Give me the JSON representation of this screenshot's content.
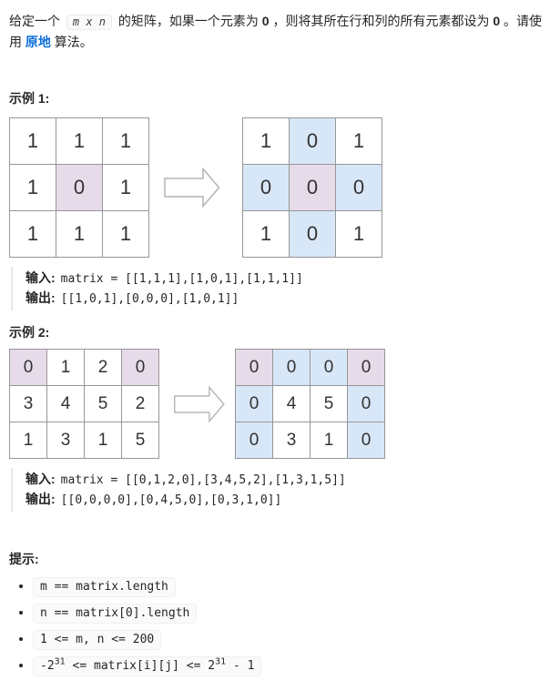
{
  "colors": {
    "purple": "#e6dbe9",
    "blue": "#d8e7f8",
    "link": "#0d6fdd",
    "grid": "#969696",
    "arrow": "#b3b3b3"
  },
  "description": {
    "part1": "给定一个 ",
    "code": "m x n",
    "part2": " 的矩阵，如果一个元素为 ",
    "zero1": "0",
    "part3": " ，则将其所在行和列的所有元素都设为 ",
    "zero2": "0",
    "part4": " 。请使用 ",
    "link_text": "原地",
    "part5": " 算法。"
  },
  "examples": [
    {
      "title": "示例 1:",
      "input_label": "输入:",
      "input_value": "matrix = [[1,1,1],[1,0,1],[1,1,1]]",
      "output_label": "输出:",
      "output_value": "[[1,0,1],[0,0,0],[1,0,1]]",
      "before": [
        [
          {
            "v": "1",
            "h": ""
          },
          {
            "v": "1",
            "h": ""
          },
          {
            "v": "1",
            "h": ""
          }
        ],
        [
          {
            "v": "1",
            "h": ""
          },
          {
            "v": "0",
            "h": "p"
          },
          {
            "v": "1",
            "h": ""
          }
        ],
        [
          {
            "v": "1",
            "h": ""
          },
          {
            "v": "1",
            "h": ""
          },
          {
            "v": "1",
            "h": ""
          }
        ]
      ],
      "after": [
        [
          {
            "v": "1",
            "h": ""
          },
          {
            "v": "0",
            "h": "b"
          },
          {
            "v": "1",
            "h": ""
          }
        ],
        [
          {
            "v": "0",
            "h": "b"
          },
          {
            "v": "0",
            "h": "p"
          },
          {
            "v": "0",
            "h": "b"
          }
        ],
        [
          {
            "v": "1",
            "h": ""
          },
          {
            "v": "0",
            "h": "b"
          },
          {
            "v": "1",
            "h": ""
          }
        ]
      ]
    },
    {
      "title": "示例 2:",
      "input_label": "输入:",
      "input_value": "matrix = [[0,1,2,0],[3,4,5,2],[1,3,1,5]]",
      "output_label": "输出:",
      "output_value": "[[0,0,0,0],[0,4,5,0],[0,3,1,0]]",
      "before": [
        [
          {
            "v": "0",
            "h": "p"
          },
          {
            "v": "1",
            "h": ""
          },
          {
            "v": "2",
            "h": ""
          },
          {
            "v": "0",
            "h": "p"
          }
        ],
        [
          {
            "v": "3",
            "h": ""
          },
          {
            "v": "4",
            "h": ""
          },
          {
            "v": "5",
            "h": ""
          },
          {
            "v": "2",
            "h": ""
          }
        ],
        [
          {
            "v": "1",
            "h": ""
          },
          {
            "v": "3",
            "h": ""
          },
          {
            "v": "1",
            "h": ""
          },
          {
            "v": "5",
            "h": ""
          }
        ]
      ],
      "after": [
        [
          {
            "v": "0",
            "h": "p"
          },
          {
            "v": "0",
            "h": "b"
          },
          {
            "v": "0",
            "h": "b"
          },
          {
            "v": "0",
            "h": "p"
          }
        ],
        [
          {
            "v": "0",
            "h": "b"
          },
          {
            "v": "4",
            "h": ""
          },
          {
            "v": "5",
            "h": ""
          },
          {
            "v": "0",
            "h": "b"
          }
        ],
        [
          {
            "v": "0",
            "h": "b"
          },
          {
            "v": "3",
            "h": ""
          },
          {
            "v": "1",
            "h": ""
          },
          {
            "v": "0",
            "h": "b"
          }
        ]
      ]
    }
  ],
  "hints": {
    "title": "提示:",
    "items": [
      "m == matrix.length",
      "n == matrix[0].length",
      "1 <= m, n <= 200"
    ],
    "last": {
      "p1": "-2",
      "sup1": "31",
      "p2": " <= matrix[i][j] <= 2",
      "sup2": "31",
      "p3": " - 1"
    }
  }
}
